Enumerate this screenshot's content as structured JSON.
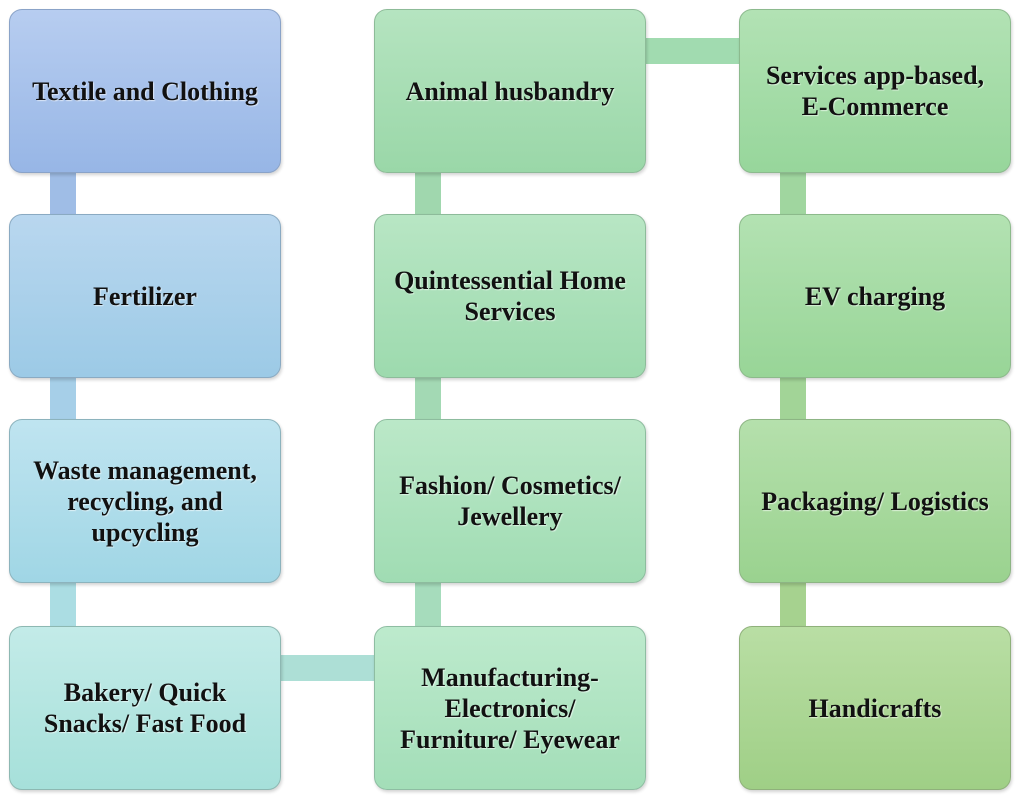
{
  "diagram": {
    "column_1": [
      {
        "label": "Textile and Clothing"
      },
      {
        "label": "Fertilizer"
      },
      {
        "label": "Waste management, recycling, and upcycling"
      },
      {
        "label": "Bakery/ Quick Snacks/ Fast Food"
      }
    ],
    "column_2": [
      {
        "label": "Animal husbandry"
      },
      {
        "label": "Quintessential Home Services"
      },
      {
        "label": "Fashion/ Cosmetics/ Jewellery"
      },
      {
        "label": "Manufacturing- Electronics/ Furniture/ Eyewear"
      }
    ],
    "column_3": [
      {
        "label": "Services app-based, E-Commerce"
      },
      {
        "label": "EV charging"
      },
      {
        "label": "Packaging/ Logistics"
      },
      {
        "label": "Handicrafts"
      }
    ],
    "colors": {
      "connector_col1": "#a8c8e4",
      "connector_col2": "#a6dcc0",
      "connector_col3": "#a4d49a",
      "text": "#111111"
    }
  }
}
